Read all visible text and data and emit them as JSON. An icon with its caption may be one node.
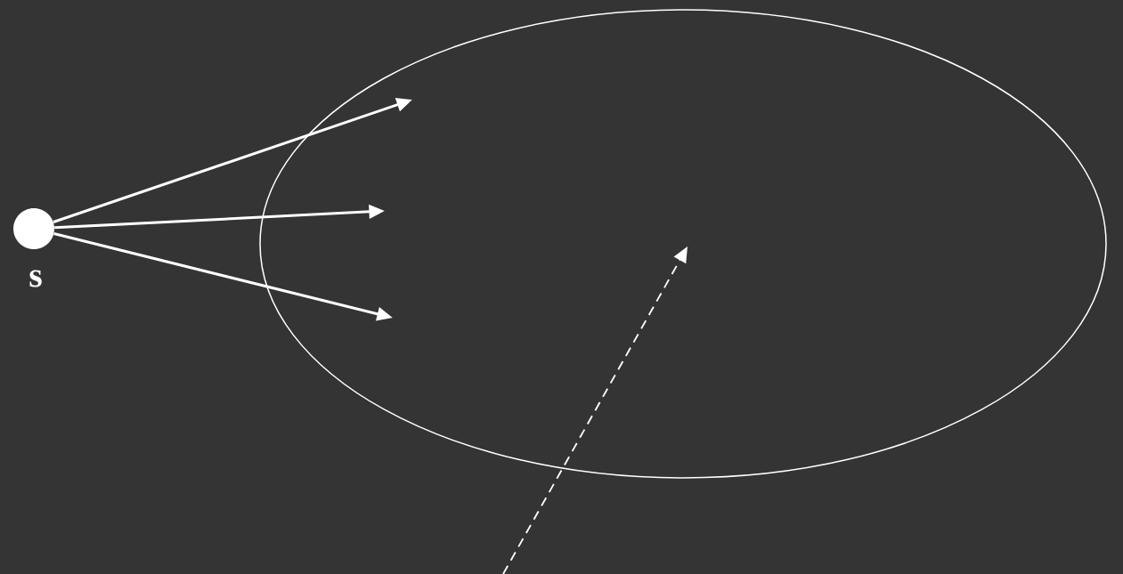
{
  "diagram": {
    "nodes": [
      {
        "text": [],
        "shape": "circle",
        "beside": [
          "s"
        ]
      },
      {
        "text": [],
        "shape": "ellipse"
      }
    ],
    "edges": [
      {
        "from": 0,
        "to": 1,
        "arrow": "to"
      },
      {
        "from": 0,
        "to": 1,
        "arrow": "to"
      },
      {
        "from": 0,
        "to": 1,
        "arrow": "to"
      },
      {
        "from": null,
        "to": 1,
        "arrow": "to",
        "style": "dashed"
      }
    ]
  }
}
